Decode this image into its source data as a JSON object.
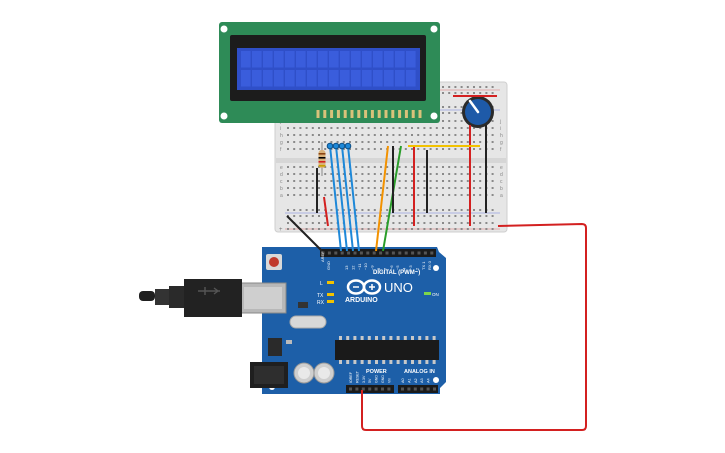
{
  "colors": {
    "lcd_pcb": "#2e8b57",
    "lcd_screen": "#2f4fc8",
    "arduino_board": "#1d5fa8",
    "breadboard": "#e4e4e4",
    "wire_red": "#d32020",
    "wire_black": "#222222",
    "wire_blue": "#1e88d8",
    "wire_orange": "#f39200",
    "wire_green": "#2a9d2a",
    "wire_yellow": "#f2c200",
    "pot_knob": "#1e5aa8"
  },
  "breadboard": {
    "row_labels": [
      "j",
      "i",
      "h",
      "g",
      "f",
      "e",
      "d",
      "c",
      "b",
      "a"
    ],
    "rail_top": "+",
    "rail_bottom": "+"
  },
  "arduino": {
    "brand": "ARDUINO",
    "model": "UNO",
    "label_digital": "DIGITAL (PWM~)",
    "label_power": "POWER",
    "label_analog": "ANALOG IN",
    "label_l": "L",
    "label_tx": "TX",
    "label_rx": "RX",
    "label_on": "ON",
    "label_aref": "AREF",
    "label_gnd": "GND",
    "digital_pins": [
      "13",
      "12",
      "~11",
      "~10",
      "~9",
      "8",
      "7",
      "~6",
      "~5",
      "4",
      "~3",
      "2",
      "TX 1",
      "RX 0"
    ],
    "power_pins": [
      "IOREF",
      "RESET",
      "3.3V",
      "5V",
      "GND",
      "GND",
      "Vin"
    ],
    "analog_pins": [
      "A0",
      "A1",
      "A2",
      "A3",
      "A4",
      "A5"
    ]
  },
  "icons": [
    "usb-plug-icon",
    "reset-button-icon",
    "infinity-logo-icon",
    "potentiometer-icon",
    "resistor-icon"
  ]
}
